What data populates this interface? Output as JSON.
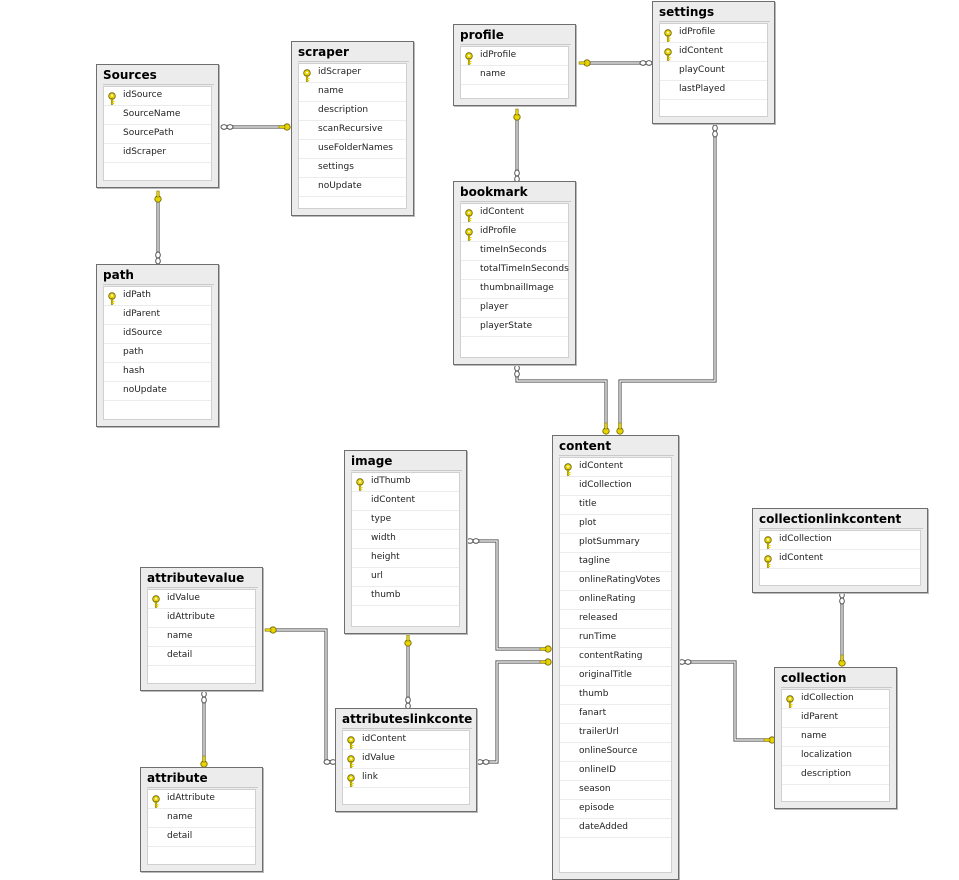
{
  "tables": [
    {
      "id": "sources",
      "name": "Sources",
      "columns": [
        {
          "name": "idSource",
          "pk": true
        },
        {
          "name": "SourceName",
          "pk": false
        },
        {
          "name": "SourcePath",
          "pk": false
        },
        {
          "name": "idScraper",
          "pk": false
        }
      ]
    },
    {
      "id": "scraper",
      "name": "scraper",
      "columns": [
        {
          "name": "idScraper",
          "pk": true
        },
        {
          "name": "name",
          "pk": false
        },
        {
          "name": "description",
          "pk": false
        },
        {
          "name": "scanRecursive",
          "pk": false
        },
        {
          "name": "useFolderNames",
          "pk": false
        },
        {
          "name": "settings",
          "pk": false
        },
        {
          "name": "noUpdate",
          "pk": false
        }
      ]
    },
    {
      "id": "path",
      "name": "path",
      "columns": [
        {
          "name": "idPath",
          "pk": true
        },
        {
          "name": "idParent",
          "pk": false
        },
        {
          "name": "idSource",
          "pk": false
        },
        {
          "name": "path",
          "pk": false
        },
        {
          "name": "hash",
          "pk": false
        },
        {
          "name": "noUpdate",
          "pk": false
        }
      ]
    },
    {
      "id": "profile",
      "name": "profile",
      "columns": [
        {
          "name": "idProfile",
          "pk": true
        },
        {
          "name": "name",
          "pk": false
        }
      ]
    },
    {
      "id": "settings",
      "name": "settings",
      "columns": [
        {
          "name": "idProfile",
          "pk": true
        },
        {
          "name": "idContent",
          "pk": true
        },
        {
          "name": "playCount",
          "pk": false
        },
        {
          "name": "lastPlayed",
          "pk": false
        }
      ]
    },
    {
      "id": "bookmark",
      "name": "bookmark",
      "columns": [
        {
          "name": "idContent",
          "pk": true
        },
        {
          "name": "idProfile",
          "pk": true
        },
        {
          "name": "timeInSeconds",
          "pk": false
        },
        {
          "name": "totalTimeInSeconds",
          "pk": false
        },
        {
          "name": "thumbnailImage",
          "pk": false
        },
        {
          "name": "player",
          "pk": false
        },
        {
          "name": "playerState",
          "pk": false
        }
      ]
    },
    {
      "id": "image",
      "name": "image",
      "columns": [
        {
          "name": "idThumb",
          "pk": true
        },
        {
          "name": "idContent",
          "pk": false
        },
        {
          "name": "type",
          "pk": false
        },
        {
          "name": "width",
          "pk": false
        },
        {
          "name": "height",
          "pk": false
        },
        {
          "name": "url",
          "pk": false
        },
        {
          "name": "thumb",
          "pk": false
        }
      ]
    },
    {
      "id": "content",
      "name": "content",
      "columns": [
        {
          "name": "idContent",
          "pk": true
        },
        {
          "name": "idCollection",
          "pk": false
        },
        {
          "name": "title",
          "pk": false
        },
        {
          "name": "plot",
          "pk": false
        },
        {
          "name": "plotSummary",
          "pk": false
        },
        {
          "name": "tagline",
          "pk": false
        },
        {
          "name": "onlineRatingVotes",
          "pk": false
        },
        {
          "name": "onlineRating",
          "pk": false
        },
        {
          "name": "released",
          "pk": false
        },
        {
          "name": "runTime",
          "pk": false
        },
        {
          "name": "contentRating",
          "pk": false
        },
        {
          "name": "originalTitle",
          "pk": false
        },
        {
          "name": "thumb",
          "pk": false
        },
        {
          "name": "fanart",
          "pk": false
        },
        {
          "name": "trailerUrl",
          "pk": false
        },
        {
          "name": "onlineSource",
          "pk": false
        },
        {
          "name": "onlineID",
          "pk": false
        },
        {
          "name": "season",
          "pk": false
        },
        {
          "name": "episode",
          "pk": false
        },
        {
          "name": "dateAdded",
          "pk": false
        }
      ]
    },
    {
      "id": "collectionlinkcontent",
      "name": "collectionlinkcontent",
      "columns": [
        {
          "name": "idCollection",
          "pk": true
        },
        {
          "name": "idContent",
          "pk": true
        }
      ]
    },
    {
      "id": "attributevalue",
      "name": "attributevalue",
      "columns": [
        {
          "name": "idValue",
          "pk": true
        },
        {
          "name": "idAttribute",
          "pk": false
        },
        {
          "name": "name",
          "pk": false
        },
        {
          "name": "detail",
          "pk": false
        }
      ]
    },
    {
      "id": "attributeslinkcontent",
      "name": "attributeslinkcontent",
      "columns": [
        {
          "name": "idContent",
          "pk": true
        },
        {
          "name": "idValue",
          "pk": true
        },
        {
          "name": "link",
          "pk": true
        }
      ]
    },
    {
      "id": "collection",
      "name": "collection",
      "columns": [
        {
          "name": "idCollection",
          "pk": true
        },
        {
          "name": "idParent",
          "pk": false
        },
        {
          "name": "name",
          "pk": false
        },
        {
          "name": "localization",
          "pk": false
        },
        {
          "name": "description",
          "pk": false
        }
      ]
    },
    {
      "id": "attribute",
      "name": "attribute",
      "columns": [
        {
          "name": "idAttribute",
          "pk": true
        },
        {
          "name": "name",
          "pk": false
        },
        {
          "name": "detail",
          "pk": false
        }
      ]
    }
  ],
  "relationships": [
    {
      "id": "scraper-sources",
      "from": "scraper",
      "to": "Sources"
    },
    {
      "id": "sources-path",
      "from": "Sources",
      "to": "path"
    },
    {
      "id": "profile-settings",
      "from": "profile",
      "to": "settings"
    },
    {
      "id": "profile-bookmark",
      "from": "profile",
      "to": "bookmark"
    },
    {
      "id": "content-bookmark",
      "from": "content",
      "to": "bookmark"
    },
    {
      "id": "content-settings",
      "from": "content",
      "to": "settings"
    },
    {
      "id": "content-image",
      "from": "content",
      "to": "image"
    },
    {
      "id": "content-attributeslinkcontent",
      "from": "content",
      "to": "attributeslinkcontent"
    },
    {
      "id": "collection-content",
      "from": "collection",
      "to": "content"
    },
    {
      "id": "collection-collectionlinkcontent",
      "from": "collection",
      "to": "collectionlinkcontent"
    },
    {
      "id": "image-attributeslinkcontent",
      "from": "image",
      "to": "attributeslinkcontent"
    },
    {
      "id": "attributevalue-attributeslinkcontent",
      "from": "attributevalue",
      "to": "attributeslinkcontent"
    },
    {
      "id": "attribute-attributevalue",
      "from": "attribute",
      "to": "attributevalue"
    }
  ],
  "colors": {
    "key_icon": "#e8d400",
    "connector_line": "#5a5a5a",
    "table_header_bg": "#ececec"
  }
}
